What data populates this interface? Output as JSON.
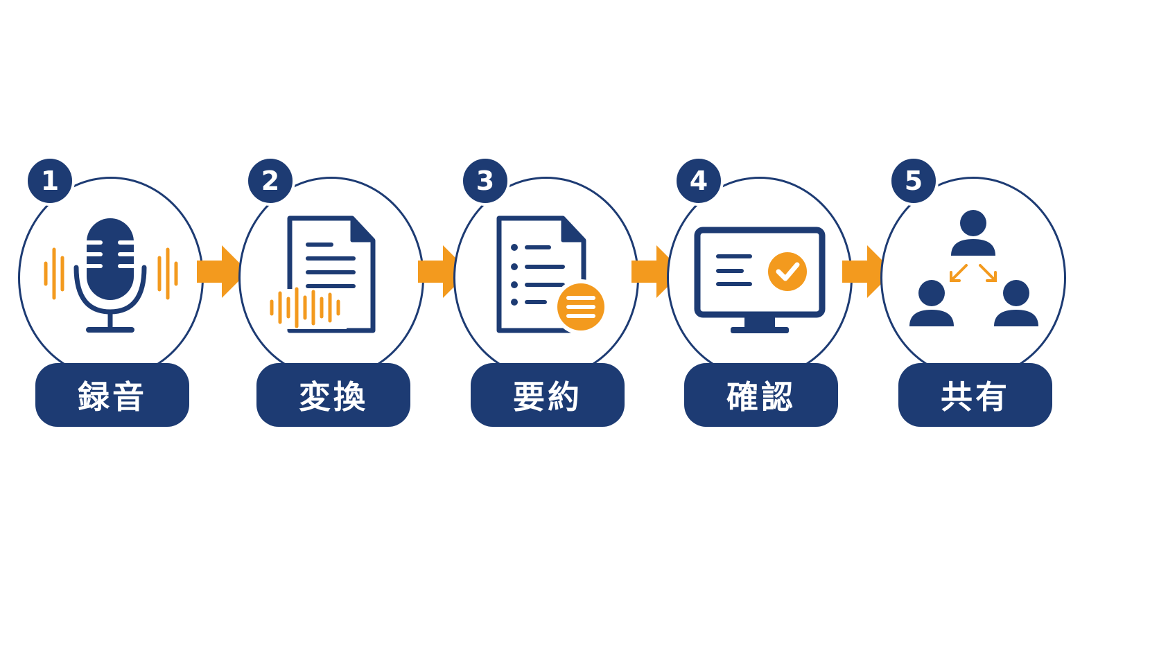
{
  "colors": {
    "navy": "#1d3b73",
    "orange": "#f39a1e",
    "background": "#ffffff"
  },
  "steps": [
    {
      "number": "1",
      "label": "録音",
      "icon": "microphone-icon"
    },
    {
      "number": "2",
      "label": "変換",
      "icon": "document-waveform-icon"
    },
    {
      "number": "3",
      "label": "要約",
      "icon": "document-summary-icon"
    },
    {
      "number": "4",
      "label": "確認",
      "icon": "monitor-check-icon"
    },
    {
      "number": "5",
      "label": "共有",
      "icon": "people-share-icon"
    }
  ],
  "connector": {
    "icon": "arrow-right-icon"
  }
}
